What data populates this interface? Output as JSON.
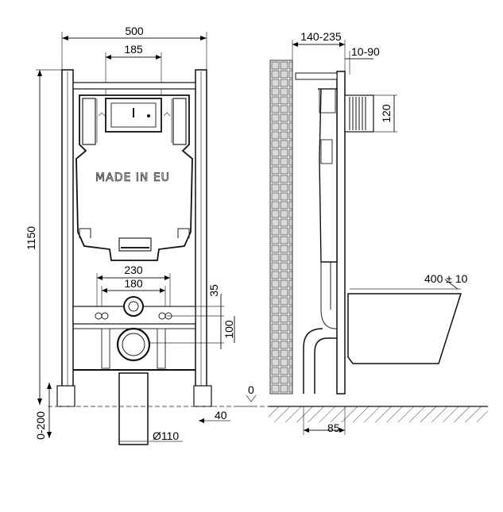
{
  "front_view": {
    "width_label": "500",
    "flush_width_label": "185",
    "height_label": "1150",
    "emboss_text": "MADE IN EU",
    "bolt_span_label": "230",
    "drain_span_label": "180",
    "offset_35_label": "35",
    "offset_100_label": "100",
    "foot_adjust_label": "0-200",
    "foot_offset_label": "40",
    "pipe_diameter_label": "Ø110"
  },
  "side_view": {
    "depth_label": "140-235",
    "flush_plate_label": "10-90",
    "inlet_label": "120",
    "bowl_height_label": "400 ± 10",
    "floor_level_label": "0",
    "drain_offset_label": "85"
  }
}
